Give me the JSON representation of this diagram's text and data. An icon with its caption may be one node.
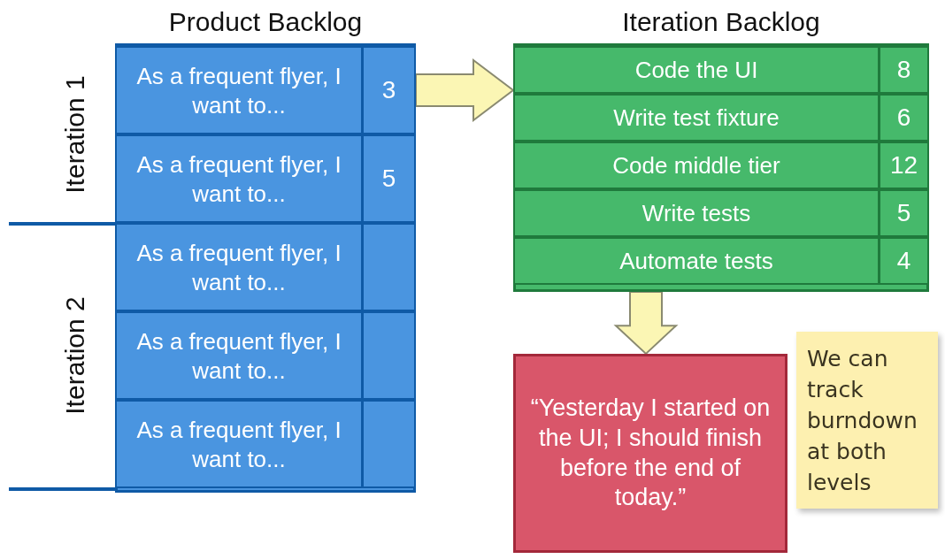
{
  "diagram": {
    "nodes": [
      {
        "text": [
          "Product Backlog"
        ]
      },
      {
        "text": [
          "As a frequent flyer, I want to...",
          "3"
        ],
        "in": 0
      },
      {
        "text": [
          "As a frequent flyer, I want to...",
          "5"
        ],
        "in": 0
      },
      {
        "text": [
          "As a frequent flyer, I want to..."
        ],
        "in": 0
      },
      {
        "text": [
          "As a frequent flyer, I want to..."
        ],
        "in": 0
      },
      {
        "text": [
          "As a frequent flyer, I want to..."
        ],
        "in": 0
      },
      {
        "text": [
          "Iteration Backlog"
        ]
      },
      {
        "text": [
          "Code the UI",
          "8"
        ],
        "in": 6
      },
      {
        "text": [
          "Write test fixture",
          "6"
        ],
        "in": 6
      },
      {
        "text": [
          "Code middle tier",
          "12"
        ],
        "in": 6
      },
      {
        "text": [
          "Write tests",
          "5"
        ],
        "in": 6
      },
      {
        "text": [
          "Automate tests",
          "4"
        ],
        "in": 6
      },
      {
        "text": [
          "“Yesterday I started on the UI; I should finish before the end of today.”"
        ]
      },
      {
        "text": [
          "We can track burndown at both levels"
        ]
      }
    ],
    "edges": [
      {
        "from": 1,
        "to": 6,
        "arrow": "to"
      },
      {
        "from": 6,
        "to": 12,
        "arrow": "to"
      }
    ],
    "labels": [
      "Iteration 1",
      "Iteration 2"
    ]
  }
}
